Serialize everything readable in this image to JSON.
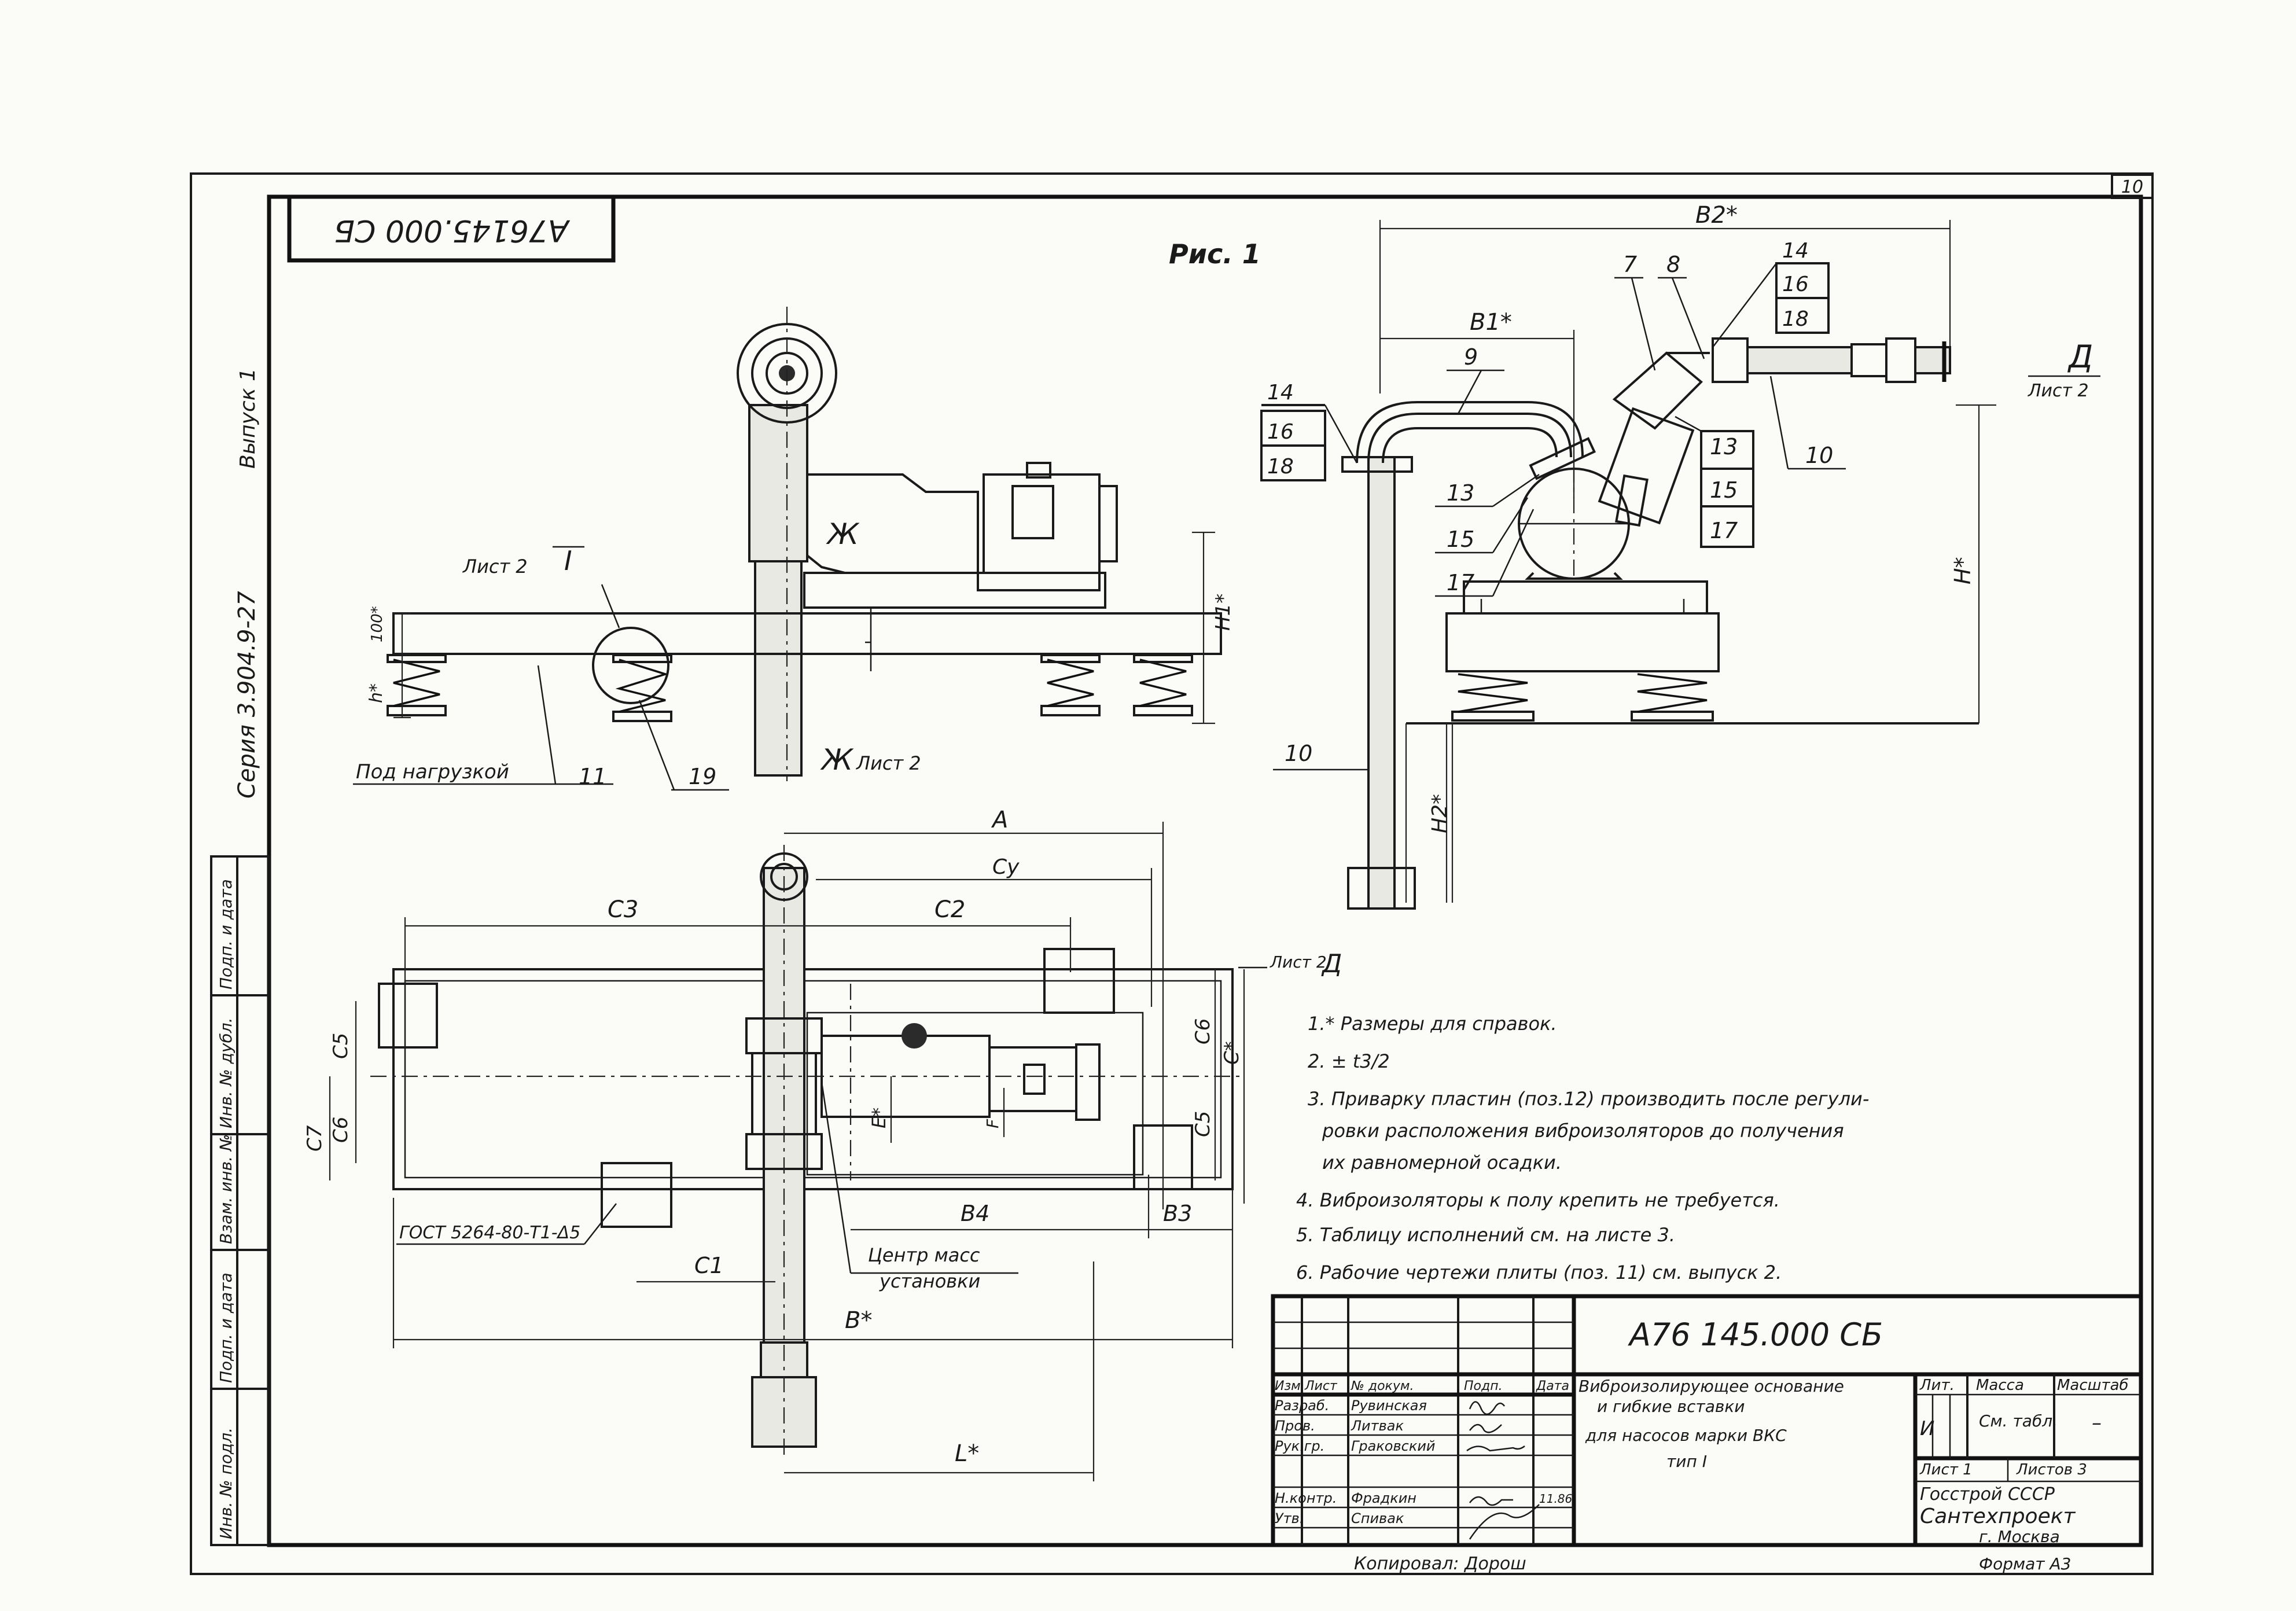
{
  "drawing": {
    "sheet_number": "10",
    "stamp_code_inverted": "А76145.000 СБ",
    "series_label": "Серия 3.904.9-27",
    "issue_label": "Выпуск 1",
    "figure_label": "Рис. 1",
    "side_stamp": [
      "Инв. № подл.",
      "Подп. и дата",
      "Взам. инв. №",
      "Инв. № дубл.",
      "Подп. и дата"
    ]
  },
  "callouts": {
    "ref_sheet2_I": "Лист 2",
    "ref_I": "I",
    "ref_zh": "Ж",
    "ref_zh_sheet2": "Лист 2",
    "under_load": "Под нагрузкой",
    "pos_11": "11",
    "pos_19": "19",
    "dim_100": "100*",
    "dim_h": "h*",
    "dim_H1": "H1*",
    "dim_A": "A",
    "dim_Cy": "Cy",
    "dim_C3": "C3",
    "dim_C2": "C2",
    "dim_C5_left": "C5",
    "dim_C6_left": "C6",
    "dim_C7": "C7",
    "dim_C6_right": "C6",
    "dim_C_star": "C*",
    "dim_C5_right": "C5",
    "dim_E": "E*",
    "dim_F": "F",
    "dim_B4": "B4",
    "dim_B3": "B3",
    "dim_C1": "C1",
    "dim_B_star": "B*",
    "dim_L_star": "L*",
    "gost": "ГОСТ 5264-80-Т1-Δ5",
    "mass_center_1": "Центр масс",
    "mass_center_2": "установки",
    "ref_sheet2_D_plan": "Лист 2",
    "ref_D_plan": "Д",
    "dim_B2": "B2*",
    "dim_B1": "B1*",
    "dim_H_star": "H*",
    "dim_H2": "H2*",
    "ref_D": "Д",
    "ref_D_sheet": "Лист 2",
    "pos_14a": "14",
    "pos_16a": "16",
    "pos_18a": "18",
    "pos_9": "9",
    "pos_7": "7",
    "pos_8": "8",
    "pos_14b": "14",
    "pos_16b": "16",
    "pos_18b": "18",
    "pos_13a": "13",
    "pos_13b": "13",
    "pos_15a": "15",
    "pos_15b": "15",
    "pos_17a": "17",
    "pos_17b": "17",
    "pos_10a": "10",
    "pos_10b": "10"
  },
  "notes": [
    "1.* Размеры для справок.",
    "2. ± t3/2",
    "3. Приварку пластин (поз.12) производить после регули-",
    "ровки расположения виброизоляторов до получения",
    "их равномерной осадки.",
    "4. Виброизоляторы к полу крепить не требуется.",
    "5. Таблицу исполнений см. на листе 3.",
    "6. Рабочие чертежи плиты (поз. 11) см. выпуск 2."
  ],
  "title_block": {
    "doc_code": "А76 145.000 СБ",
    "title_lines": [
      "Виброизолирующее основание",
      "и гибкие вставки",
      "для насосов марки ВКС",
      "тип I"
    ],
    "col_headers": [
      "Изм.",
      "Лист",
      "№ докум.",
      "Подп.",
      "Дата"
    ],
    "roles": [
      {
        "role": "Разраб.",
        "name": "Рувинская"
      },
      {
        "role": "Пров.",
        "name": "Литвак"
      },
      {
        "role": "Рук.гр.",
        "name": "Граковский"
      },
      {
        "role": "",
        "name": ""
      },
      {
        "role": "Н.контр.",
        "name": "Фрадкин"
      },
      {
        "role": "Утв.",
        "name": "Спивак"
      }
    ],
    "date_value": "11.86",
    "lit_header": "Лит.",
    "lit_value": "И",
    "mass_header": "Масса",
    "mass_value": "См. табл.",
    "scale_header": "Масштаб",
    "scale_value": "–",
    "sheet_label": "Лист 1",
    "sheets_label": "Листов 3",
    "org_1": "Госстрой СССР",
    "org_2": "Сантехпроект",
    "org_3": "г. Москва",
    "copied": "Копировал: Дорош",
    "format": "Формат А3"
  }
}
